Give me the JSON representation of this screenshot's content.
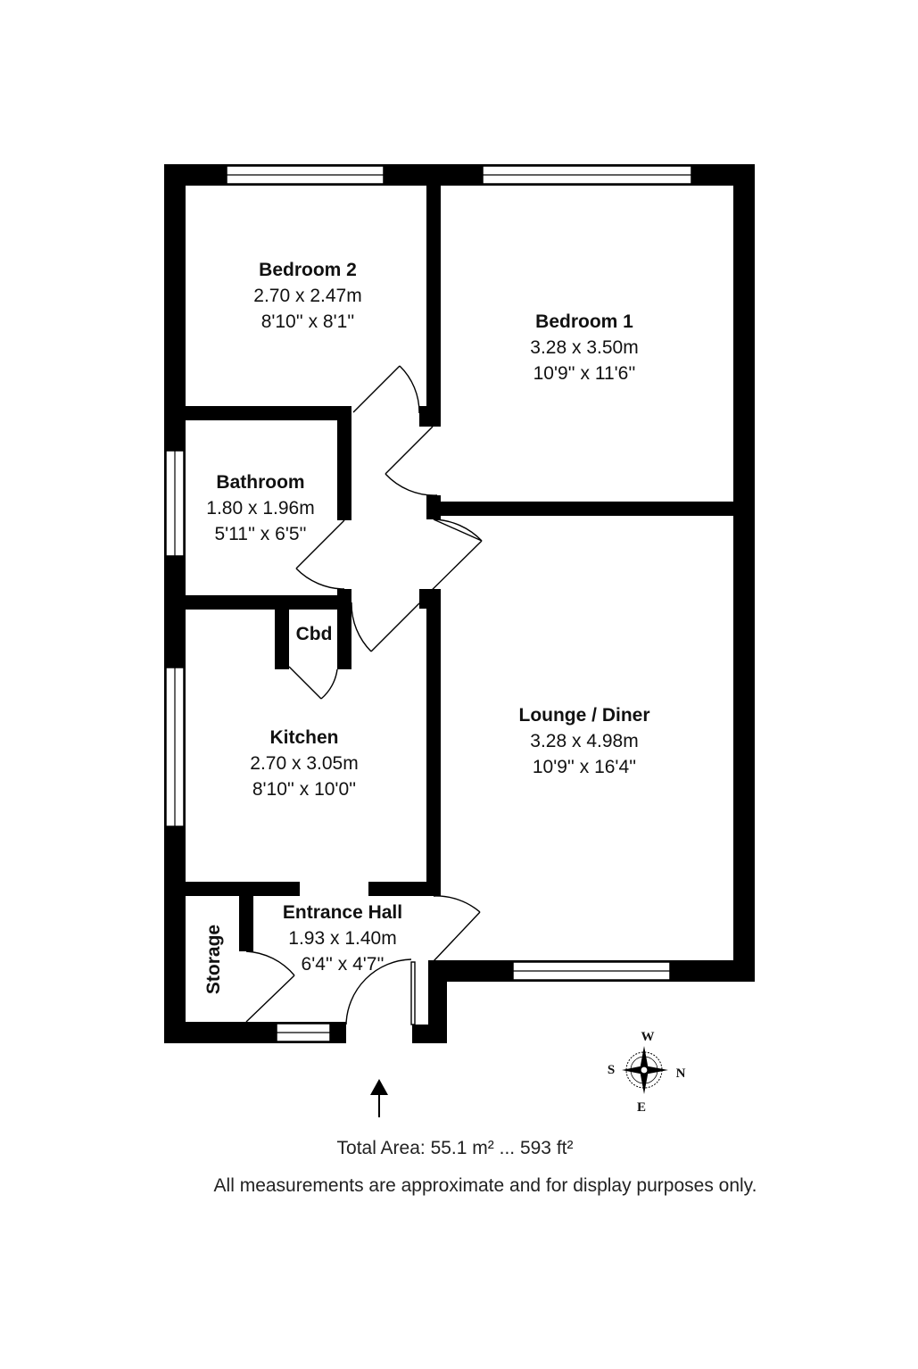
{
  "rooms": {
    "bedroom2": {
      "name": "Bedroom 2",
      "metric": "2.70 x 2.47m",
      "imperial": "8'10'' x 8'1''"
    },
    "bedroom1": {
      "name": "Bedroom 1",
      "metric": "3.28 x 3.50m",
      "imperial": "10'9'' x 11'6''"
    },
    "bathroom": {
      "name": "Bathroom",
      "metric": "1.80 x 1.96m",
      "imperial": "5'11'' x 6'5''"
    },
    "cupboard": {
      "name": "Cbd"
    },
    "kitchen": {
      "name": "Kitchen",
      "metric": "2.70 x 3.05m",
      "imperial": "8'10'' x 10'0''"
    },
    "lounge": {
      "name": "Lounge / Diner",
      "metric": "3.28 x 4.98m",
      "imperial": "10'9'' x 16'4''"
    },
    "hall": {
      "name": "Entrance Hall",
      "metric": "1.93 x 1.40m",
      "imperial": "6'4'' x 4'7''"
    },
    "storage": {
      "name": "Storage"
    }
  },
  "compass": {
    "top": "W",
    "bottom": "E",
    "left": "S",
    "right": "N"
  },
  "footer": {
    "total_area": "Total Area: 55.1 m² ... 593 ft²",
    "disclaimer": "All measurements are approximate and for display purposes only."
  }
}
